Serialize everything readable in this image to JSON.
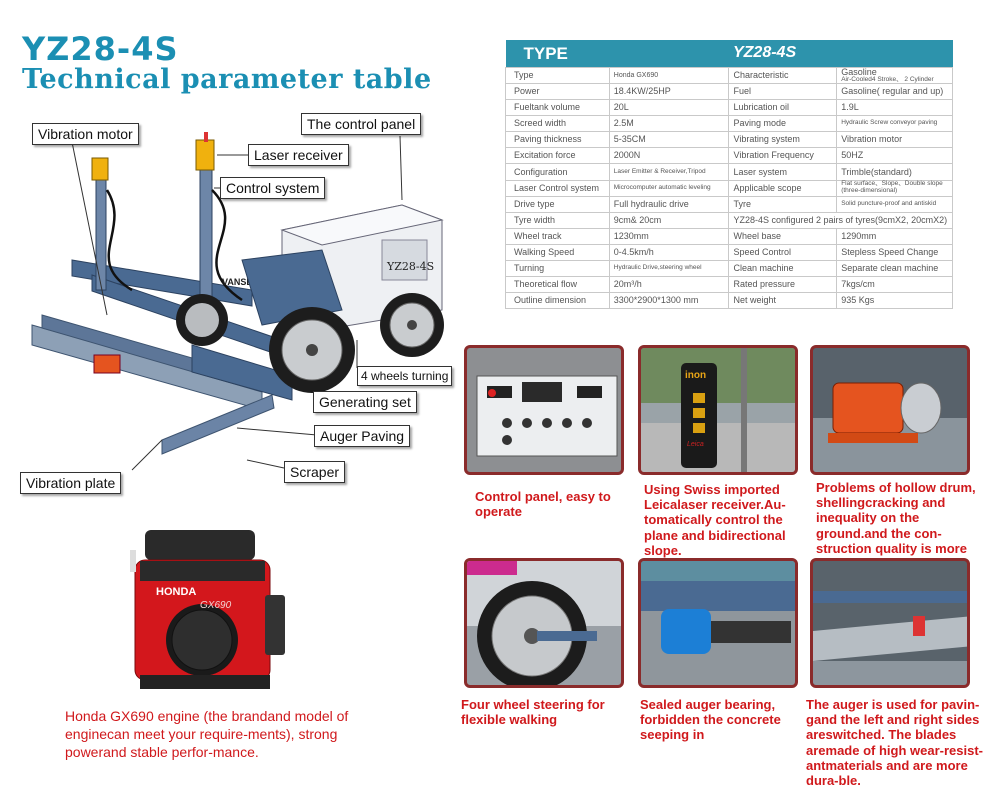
{
  "header": {
    "model": "YZ28-4S",
    "subtitle": "Technical parameter table"
  },
  "spec_table": {
    "head": {
      "key": "TYPE",
      "value": "YZ28-4S"
    },
    "rows": [
      [
        "Type",
        "Honda GX690",
        "Characteristic",
        "Gasoline"
      ],
      [
        "Power",
        "18.4KW/25HP",
        "Fuel",
        "Gasoline( regular and up)"
      ],
      [
        "Fueltank volume",
        "20L",
        "Lubrication oil",
        "1.9L"
      ],
      [
        "Screed width",
        "2.5M",
        "Paving mode",
        "Hydraulic Screw conveyor paving"
      ],
      [
        "Paving thickness",
        "5-35CM",
        "Vibrating system",
        "Vibration motor"
      ],
      [
        "Excitation force",
        "2000N",
        "Vibration Frequency",
        "50HZ"
      ],
      [
        "Configuration",
        "Laser Emitter & Receiver,Tripod",
        "Laser system",
        "Trimble(standard)"
      ],
      [
        "Laser Control system",
        "Microcomputer automatic leveling",
        "Applicable scope",
        "Flat surface、Slope、Double slope (three-dimensional)"
      ],
      [
        "Drive type",
        "Full hydraulic drive",
        "Tyre",
        "Solid puncture-proof and antiskid"
      ],
      [
        "Tyre width",
        "9cm& 20cm",
        "YZ28-4S configured 2 pairs of tyres(9cmX2, 20cmX2)",
        ""
      ],
      [
        "Wheel track",
        "1230mm",
        "Wheel base",
        "1290mm"
      ],
      [
        "Walking Speed",
        "0-4.5km/h",
        "Speed Control",
        "Stepless Speed Change"
      ],
      [
        "Turning",
        "Hydraulic Drive,steering wheel",
        "Clean machine",
        "Separate clean machine"
      ],
      [
        "Theoretical flow",
        "20m³/h",
        "Rated pressure",
        "7kgs/cm"
      ],
      [
        "Outline dimension",
        "3300*2900*1300 mm",
        "Net weight",
        "935 Kgs"
      ]
    ],
    "characteristic_note": "Air-Cooled4 Stroke、 2 Cylinder"
  },
  "machine": {
    "body_label": "YZ28-4S",
    "brand_label": "VANSE",
    "callouts": {
      "vibration_motor": "Vibration motor",
      "control_panel": "The control panel",
      "laser_receiver": "Laser receiver",
      "control_system": "Control system",
      "wheels_turning": "4 wheels turning",
      "generating_set": "Generating set",
      "auger_paving": "Auger Paving",
      "scraper": "Scraper",
      "vibration_plate": "Vibration plate"
    }
  },
  "engine": {
    "brand": "HONDA",
    "model_mark": "GX690",
    "caption": "Honda GX690 engine (the brandand model of enginecan meet your require-ments), strong powerand stable perfor-mance."
  },
  "features": [
    {
      "caption": "Control panel, easy to operate"
    },
    {
      "caption": "Using Swiss imported Leicalaser receiver.Au-tomatically control the plane and bidirectional slope.",
      "receiver_brand": "inon",
      "receiver_maker": "Leica"
    },
    {
      "caption": "Problems of hollow drum, shellingcracking and inequality on the ground.and the con-struction quality is more stable and smooth."
    },
    {
      "caption": "Four wheel steering for flexible walking"
    },
    {
      "caption": "Sealed auger bearing, forbidden the concrete seeping in"
    },
    {
      "caption": "The auger is used for pavin-gand the left and right sides areswitched. The blades aremade of high wear-resist-antmaterials and are more dura-ble."
    }
  ],
  "colors": {
    "title_blue": "#1b8fb3",
    "table_head": "#2d93ac",
    "caption_red": "#d0191c",
    "machine_blue": "#4a6a92",
    "photo_border": "#8a2b2b"
  }
}
